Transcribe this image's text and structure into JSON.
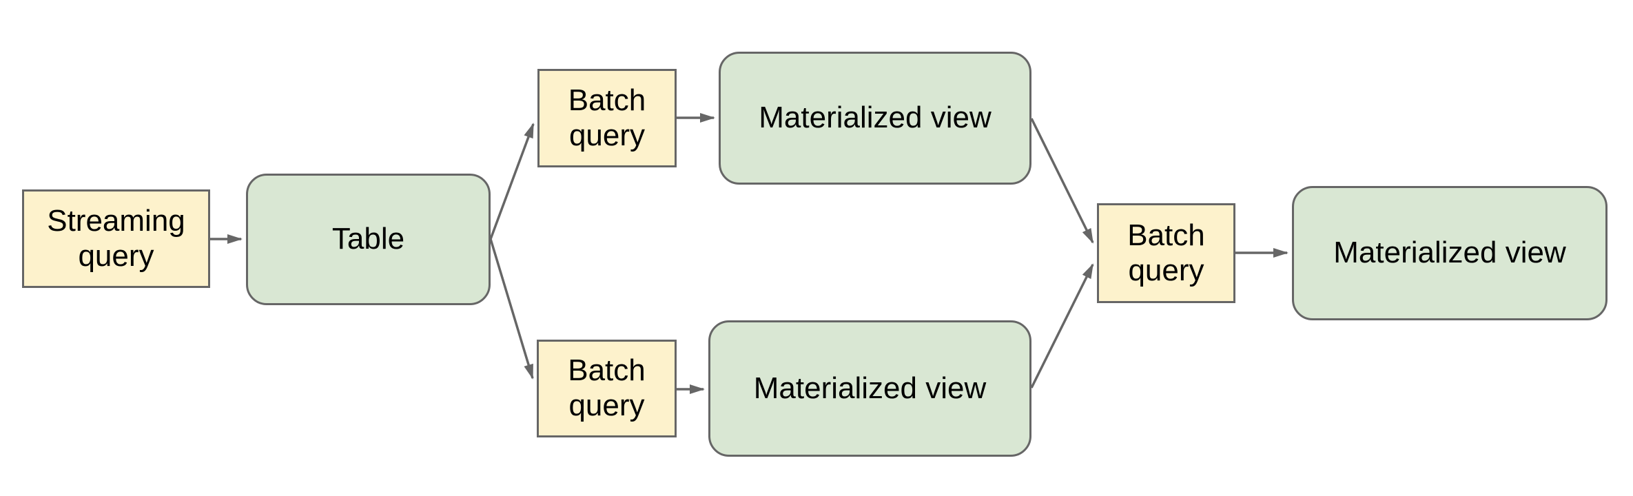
{
  "diagram": {
    "description": "Streaming and batch query materialization pipeline flowchart",
    "colors": {
      "background": "#ffffff",
      "process_fill": "#fdf2cc",
      "artifact_fill": "#d9e7d3",
      "border": "#666666",
      "connector": "#666666",
      "text": "#000000"
    },
    "nodes": [
      {
        "id": "streaming-query",
        "label": "Streaming query",
        "type": "process"
      },
      {
        "id": "table",
        "label": "Table",
        "type": "artifact"
      },
      {
        "id": "batch-query-top",
        "label": "Batch query",
        "type": "process"
      },
      {
        "id": "materialized-view-top",
        "label": "Materialized view",
        "type": "artifact"
      },
      {
        "id": "batch-query-bottom",
        "label": "Batch query",
        "type": "process"
      },
      {
        "id": "materialized-view-bottom",
        "label": "Materialized view",
        "type": "artifact"
      },
      {
        "id": "batch-query-right",
        "label": "Batch query",
        "type": "process"
      },
      {
        "id": "materialized-view-final",
        "label": "Materialized view",
        "type": "artifact"
      }
    ],
    "edges": [
      {
        "from": "streaming-query",
        "to": "table"
      },
      {
        "from": "table",
        "to": "batch-query-top"
      },
      {
        "from": "table",
        "to": "batch-query-bottom"
      },
      {
        "from": "batch-query-top",
        "to": "materialized-view-top"
      },
      {
        "from": "batch-query-bottom",
        "to": "materialized-view-bottom"
      },
      {
        "from": "materialized-view-top",
        "to": "batch-query-right"
      },
      {
        "from": "materialized-view-bottom",
        "to": "batch-query-right"
      },
      {
        "from": "batch-query-right",
        "to": "materialized-view-final"
      }
    ]
  }
}
